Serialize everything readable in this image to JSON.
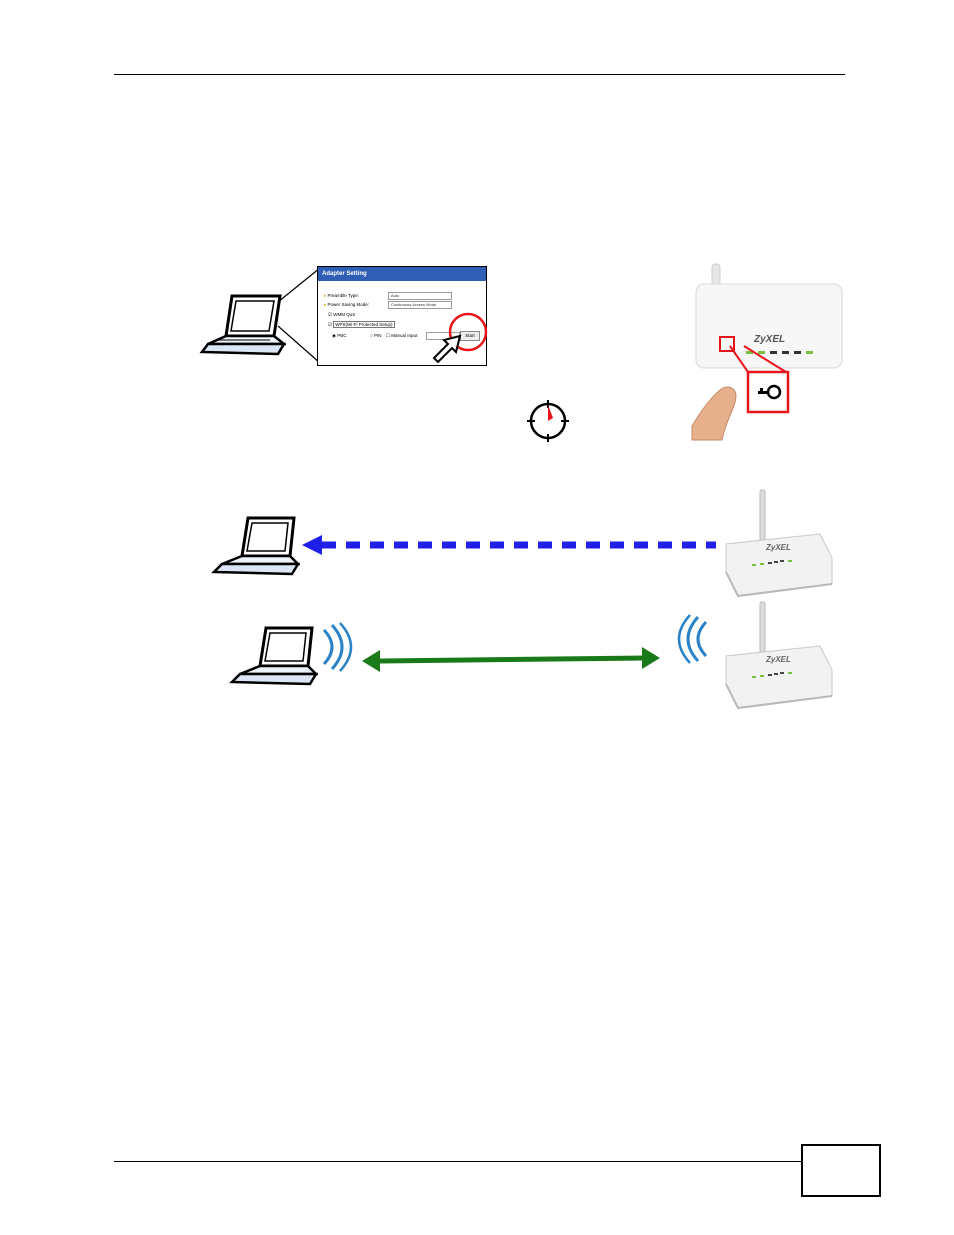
{
  "screenshot": {
    "title": "Adapter Setting",
    "rows": [
      {
        "label": "Preamble Type:",
        "value": "Auto"
      },
      {
        "label": "Power Saving Mode:",
        "value": "Continuous Access Mode"
      }
    ],
    "wmm_qos": "WMM QoS",
    "wps_label": "WPS(Wi-Fi Protected Setup)",
    "pbc": "PBC",
    "pin": "PIN",
    "manual_input": "Manual Input",
    "start_button": "Start"
  },
  "router_brand": "ZyXEL",
  "colors": {
    "dashed_arrow": "#1f1fe8",
    "solid_arrow": "#1a7a1a",
    "highlight": "#e8141c",
    "titlebar": "#2f5fb4"
  },
  "icons": [
    "laptop-icon",
    "router-icon",
    "timer-icon",
    "wps-key-icon",
    "finger-icon",
    "cursor-arrow-icon",
    "wireless-waves-icon"
  ]
}
